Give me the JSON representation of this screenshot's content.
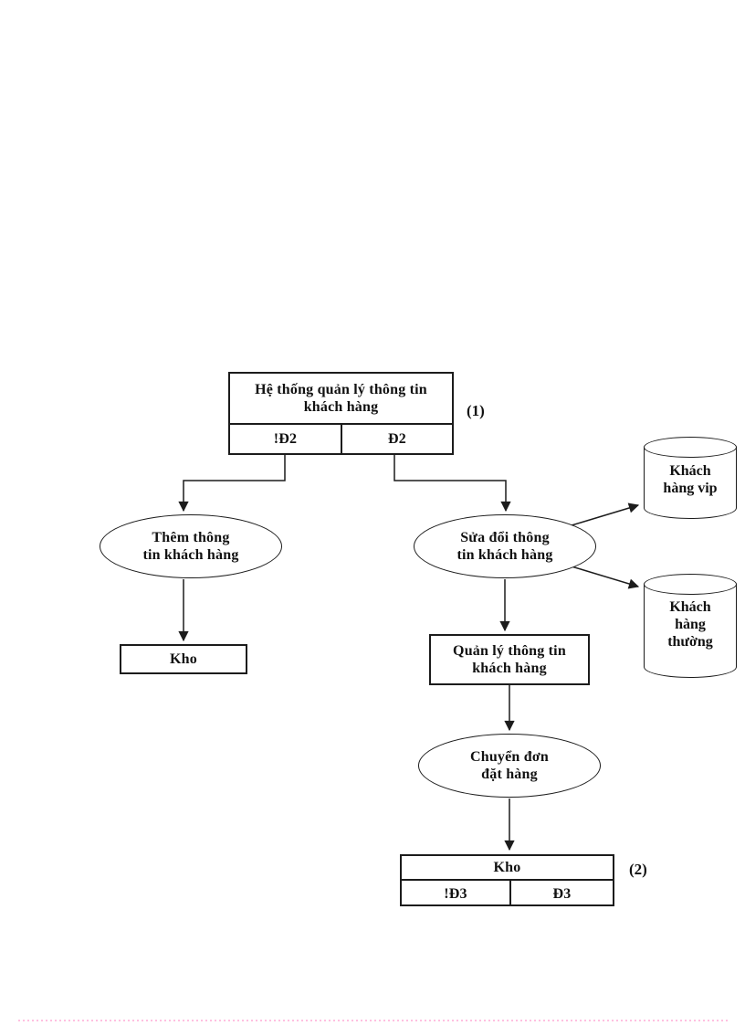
{
  "colors": {
    "line": "#1c1c1c",
    "footer_dots": "#ffc0e0"
  },
  "diagram": {
    "system_box": {
      "title": "Hệ thống quản lý thông tin\nkhách hàng",
      "cell_left": "!Đ2",
      "cell_right": "Đ2",
      "ref_label": "(1)"
    },
    "process_add": {
      "label": "Thêm thông\ntin khách hàng"
    },
    "process_edit": {
      "label": "Sửa đổi thông\ntin khách hàng"
    },
    "store_left": {
      "label": "Kho"
    },
    "manage_box": {
      "label": "Quản lý thông tin\nkhách hàng"
    },
    "process_transfer": {
      "label": "Chuyển đơn\nđặt hàng"
    },
    "store_bottom": {
      "title": "Kho",
      "cell_left": "!Đ3",
      "cell_right": "Đ3",
      "ref_label": "(2)"
    },
    "db_vip": {
      "label": "Khách\nhàng vip"
    },
    "db_regular": {
      "label": "Khách\nhàng\nthường"
    }
  }
}
